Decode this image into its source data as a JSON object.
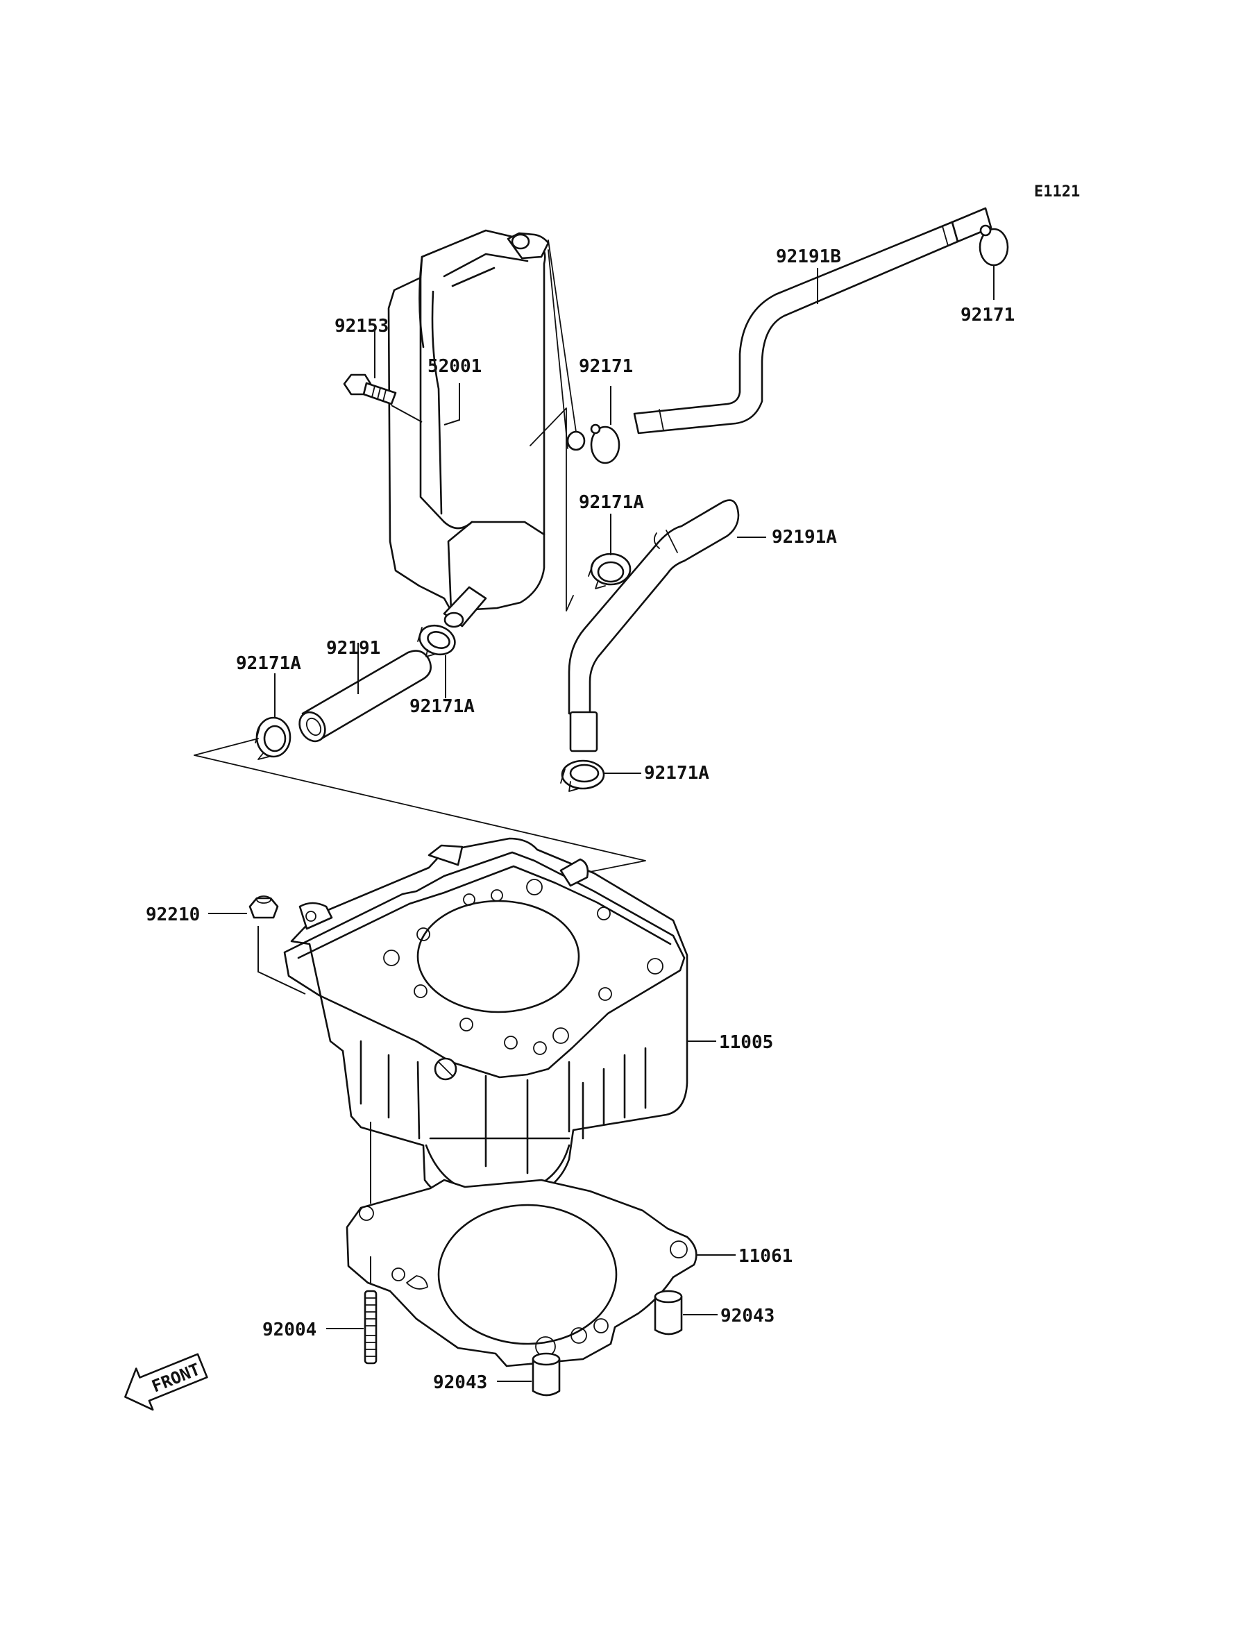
{
  "diagram_code": "E1121",
  "front_label": "FRONT",
  "callouts": {
    "p92191B": "92191B",
    "p92171_top": "92171",
    "p92153": "92153",
    "p52001": "52001",
    "p92171_mid": "92171",
    "p92171A_upper": "92171A",
    "p92191A": "92191A",
    "p92171A_left": "92171A",
    "p92191": "92191",
    "p92171A_center": "92171A",
    "p92171A_lower": "92171A",
    "p92210": "92210",
    "p11005": "11005",
    "p11061": "11061",
    "p92043_right": "92043",
    "p92004": "92004",
    "p92043_bottom": "92043"
  }
}
